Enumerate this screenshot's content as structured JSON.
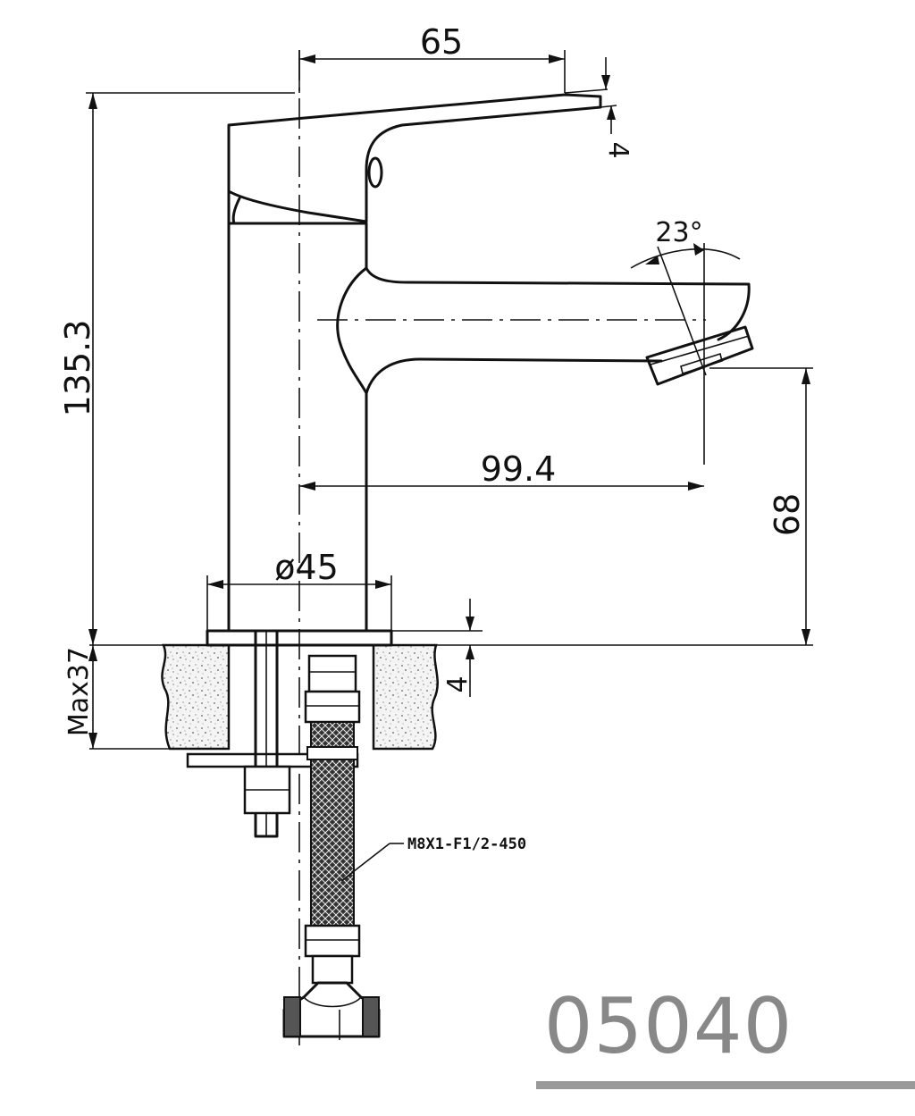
{
  "drawing": {
    "dimensions": {
      "handle_reach": "65",
      "handle_tilt": "4",
      "spout_angle": "23°",
      "total_height": "135.3",
      "spout_reach": "99.4",
      "spout_height": "68",
      "base_diameter": "ø45",
      "base_thickness": "4",
      "max_counter": "Max37"
    },
    "hose_label": "M8X1-F1/2-450",
    "model_number": "05040"
  },
  "colors": {
    "line": "#111111",
    "model_text": "#888888",
    "rule": "#999999"
  }
}
